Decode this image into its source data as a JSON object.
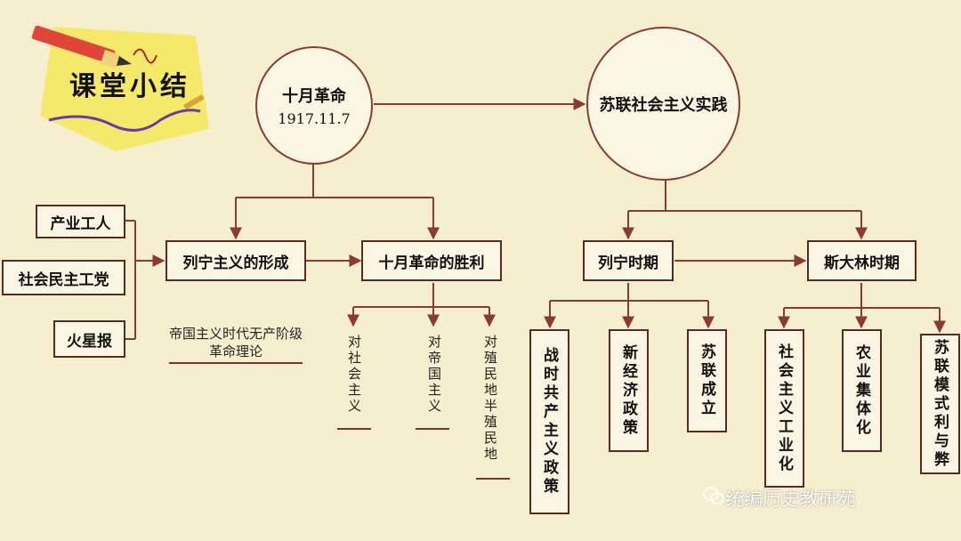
{
  "title": "课堂小结",
  "nodes": {
    "october": {
      "name": "十月革命",
      "date": "1917.11.7"
    },
    "soviet": "苏联社会主义实践",
    "lenin_theory": "列宁主义的形成",
    "victory": "十月革命的胜利",
    "lenin_era": "列宁时期",
    "stalin_era": "斯大林时期"
  },
  "left_inputs": [
    "产业工人",
    "社会民主工党",
    "火星报"
  ],
  "theory_note": "帝国主义时代无产阶级革命理论",
  "significance": [
    "对社会主义",
    "对帝国主义",
    "对殖民地半殖民地"
  ],
  "lenin_policies": [
    "战时共产主义政策",
    "新经济政策",
    "苏联成立"
  ],
  "stalin_items": [
    "社会主义工业化",
    "农业集体化",
    "苏联模式利与弊"
  ],
  "watermark": "统编历史教研苑",
  "colors": {
    "background": "#f6efcf",
    "line": "#8a3b2e",
    "badge": "#f5e96b"
  }
}
